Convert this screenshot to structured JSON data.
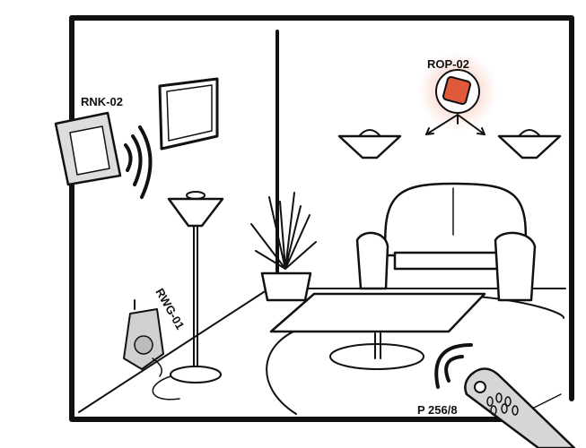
{
  "labels": {
    "wall_switch": "RNK-02",
    "ceiling_sensor": "ROP-02",
    "socket_module": "RWG-01",
    "remote": "P 256/8"
  },
  "colors": {
    "ink": "#111111",
    "device_fill": "#d0d0d0",
    "highlight_glow": "#f5b8a6",
    "sensor_red": "#e05a3a"
  }
}
